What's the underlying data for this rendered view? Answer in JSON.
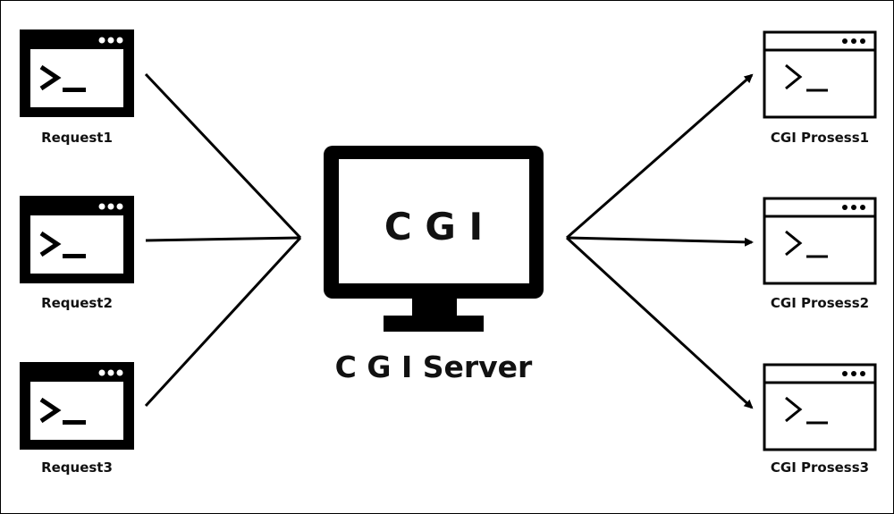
{
  "requests": [
    {
      "label": "Request1"
    },
    {
      "label": "Request2"
    },
    {
      "label": "Request3"
    }
  ],
  "server": {
    "screen_text": "C G I",
    "label": "C G I Server"
  },
  "processes": [
    {
      "label": "CGI Prosess1"
    },
    {
      "label": "CGI Prosess2"
    },
    {
      "label": "CGI Prosess3"
    }
  ],
  "colors": {
    "stroke": "#000000",
    "background": "#ffffff"
  }
}
